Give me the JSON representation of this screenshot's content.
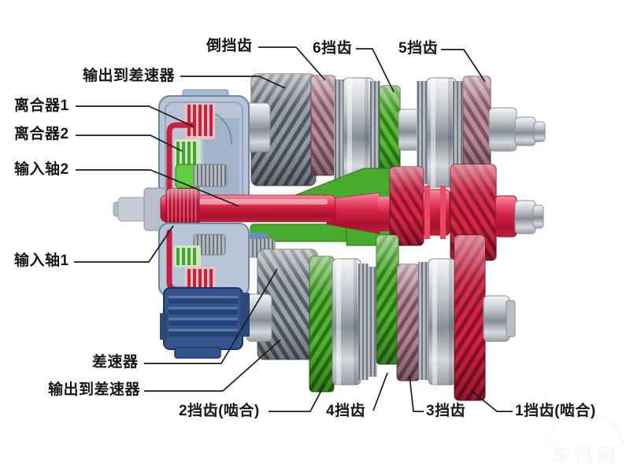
{
  "callouts": {
    "reverse_gear": {
      "label": "倒挡齿"
    },
    "gear_6": {
      "label": "6挡齿"
    },
    "gear_5": {
      "label": "5挡齿"
    },
    "output_to_differential_top": {
      "label": "输出到差速器"
    },
    "clutch_1": {
      "label": "离合器1"
    },
    "clutch_2": {
      "label": "离合器2"
    },
    "input_shaft_2": {
      "label": "输入轴2"
    },
    "input_shaft_1": {
      "label": "输入轴1"
    },
    "differential": {
      "label": "差速器"
    },
    "output_to_differential_bottom": {
      "label": "输出到差速器"
    },
    "gear_2": {
      "label": "2挡齿(啮合)"
    },
    "gear_4": {
      "label": "4挡齿"
    },
    "gear_3": {
      "label": "3挡齿"
    },
    "gear_1": {
      "label": "1挡齿(啮合)"
    }
  },
  "colors": {
    "shaft_red": "#d42342",
    "gear_green": "#49ab2d",
    "gear_mauve": "#bb8d9c",
    "metal_silver": "#c6cbd2",
    "helical_gray": "#959ca4",
    "housing_blue": "#b8c5d7",
    "differential_blue": "#33548c",
    "label_text": "#171717"
  },
  "watermark": {
    "label": "车讯网"
  }
}
